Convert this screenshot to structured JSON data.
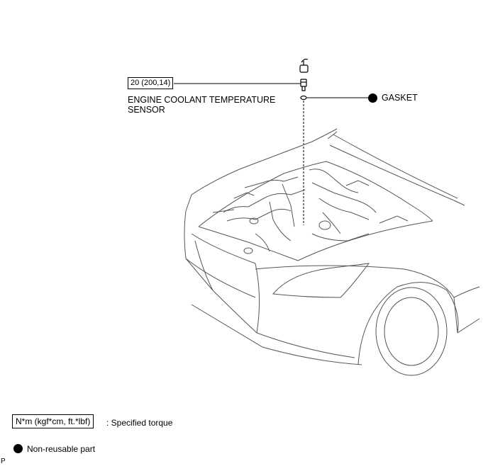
{
  "callouts": {
    "torque_value": "20 (200,14)",
    "sensor_label_line1": "ENGINE COOLANT TEMPERATURE",
    "sensor_label_line2": "SENSOR",
    "gasket_label": "GASKET"
  },
  "legend": {
    "torque_units": "N*m (kgf*cm, ft.*lbf)",
    "torque_desc": ": Specified torque",
    "nonreusable_desc": "Non-reusable part"
  },
  "corner_mark": "P",
  "icons": {
    "nonreusable": "filled-circle-icon"
  },
  "colors": {
    "line": "#000000",
    "car_line": "#555555"
  }
}
